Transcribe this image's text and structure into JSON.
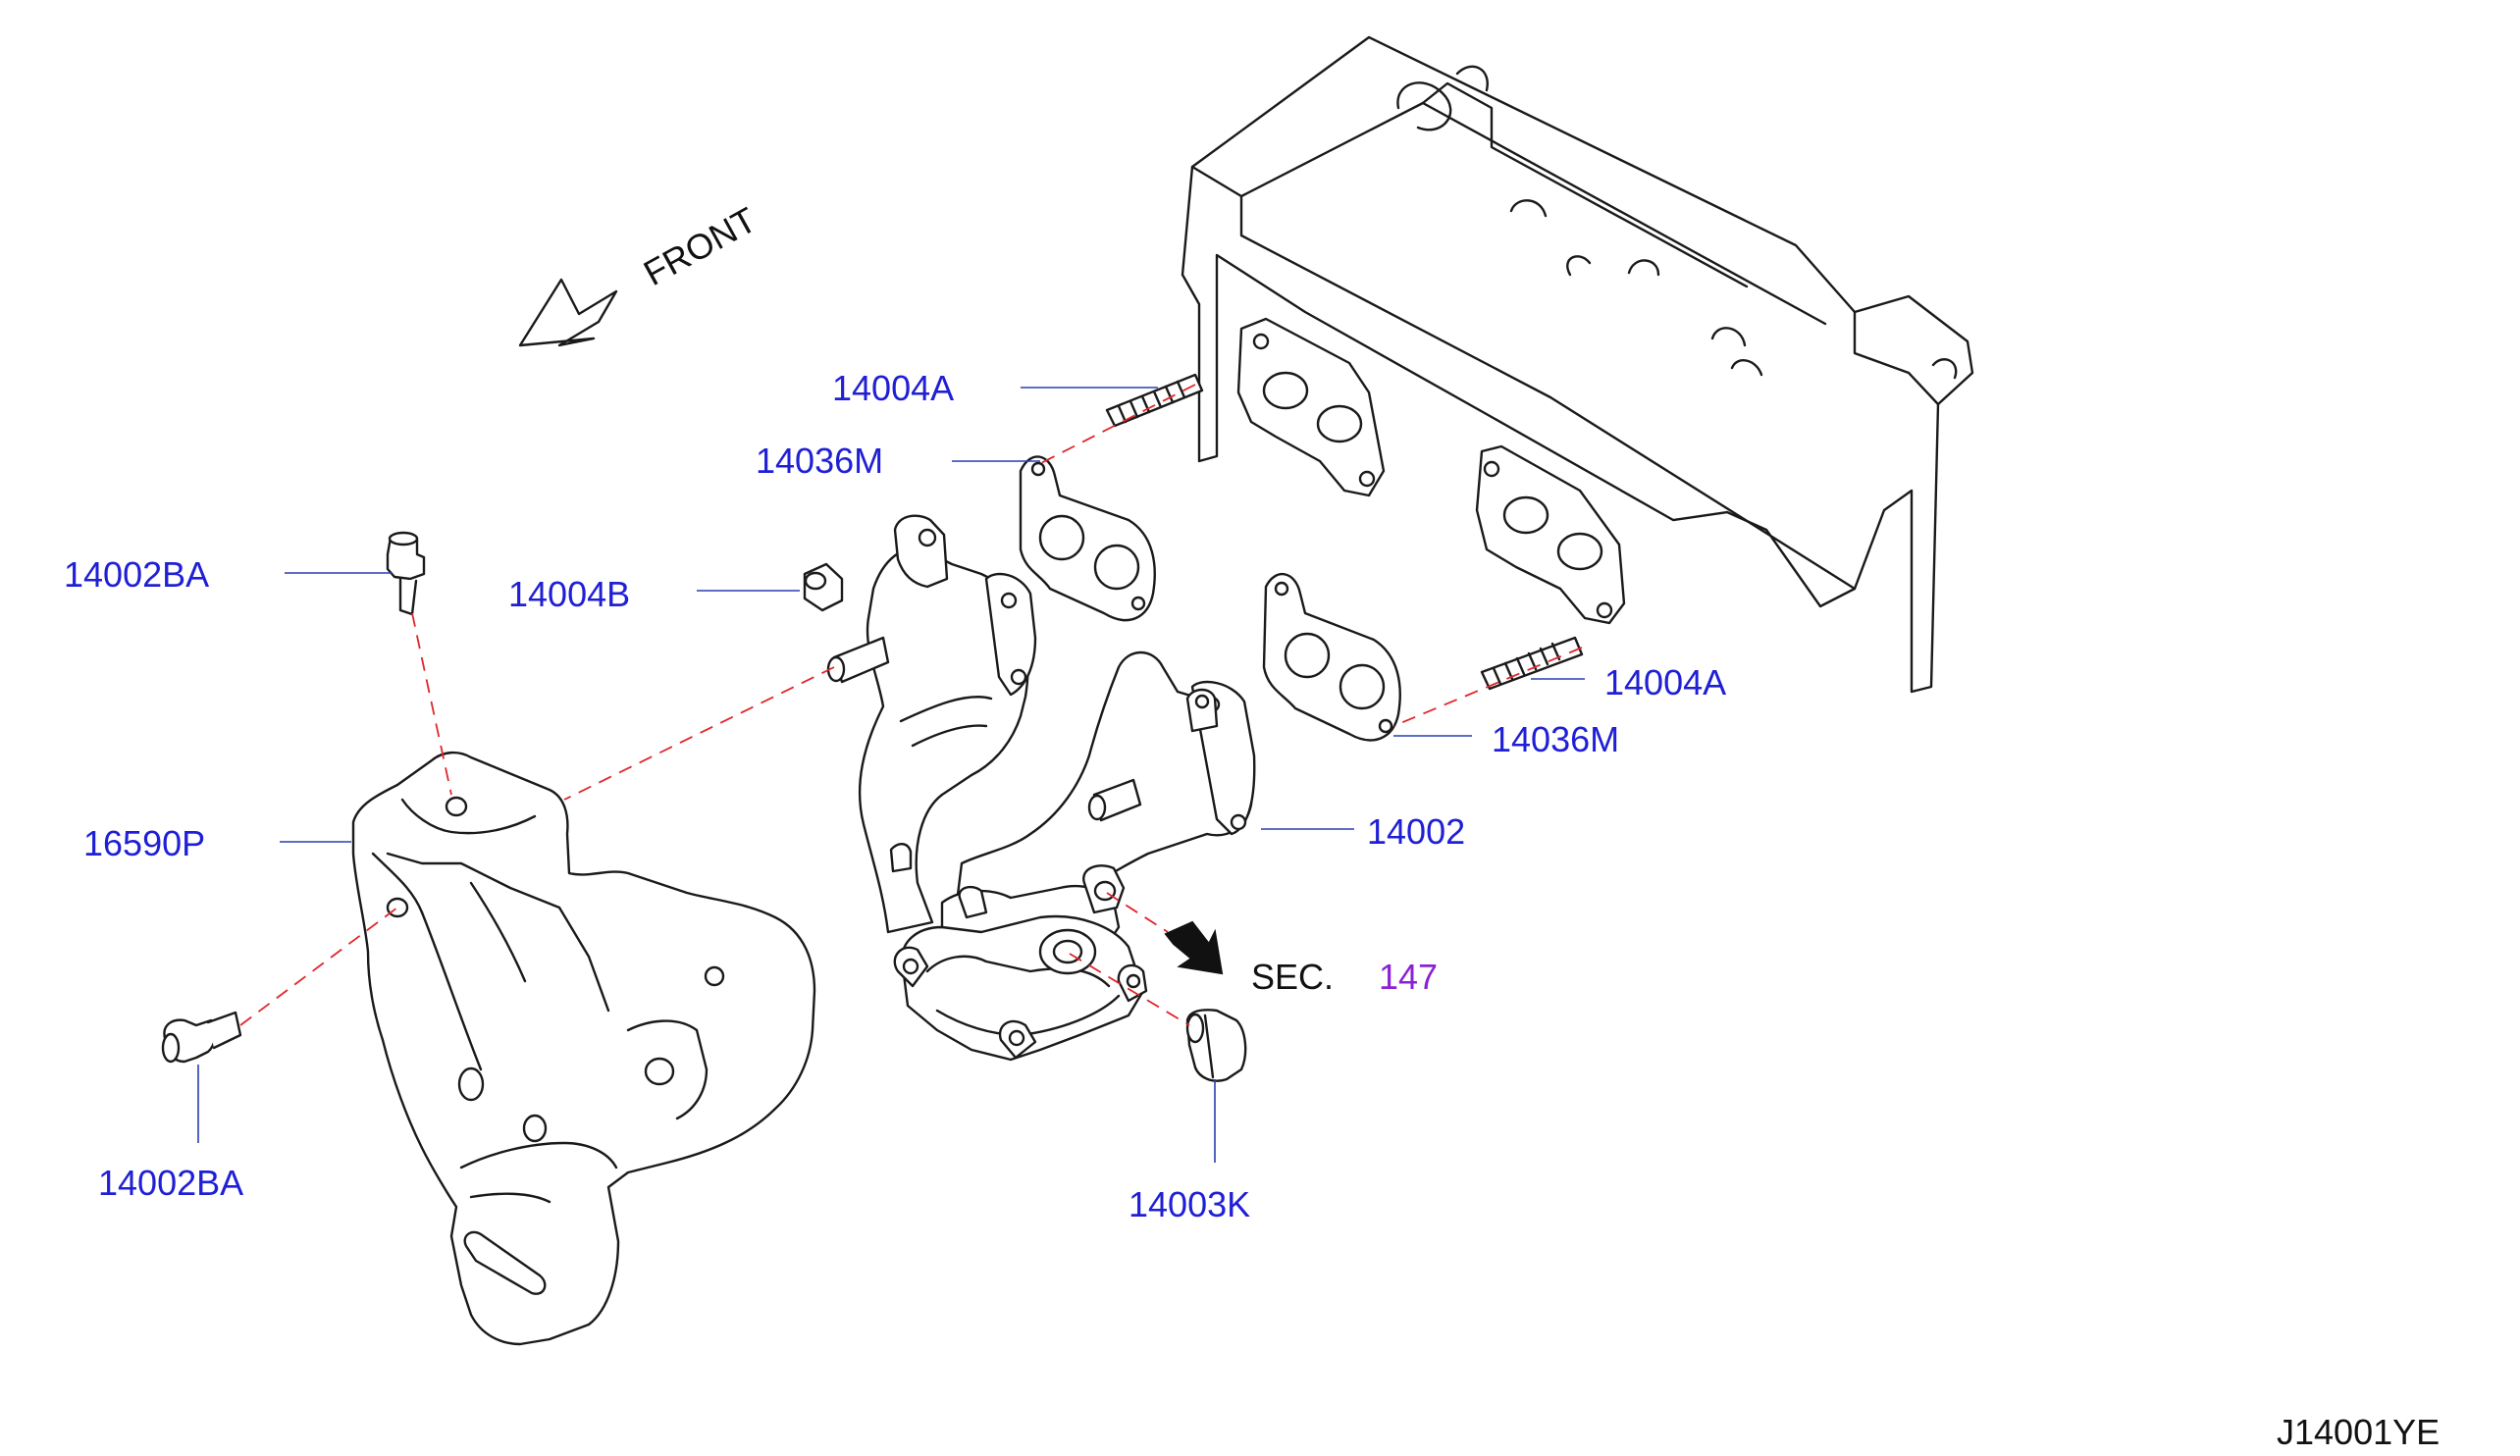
{
  "front_label": "FRONT",
  "section_ref": {
    "prefix": "SEC.",
    "number": "147"
  },
  "diagram_code": "J14001YE",
  "colors": {
    "part_label": "#1f1fd6",
    "leader_line": "#2a3fb0",
    "dashed_line": "#e0262b",
    "section_number": "#8b21d6",
    "outline": "#1a1a1a"
  },
  "parts": [
    {
      "number": "14004A"
    },
    {
      "number": "14036M"
    },
    {
      "number": "14002BA"
    },
    {
      "number": "14004B"
    },
    {
      "number": "14004A"
    },
    {
      "number": "14036M"
    },
    {
      "number": "16590P"
    },
    {
      "number": "14002"
    },
    {
      "number": "14002BA"
    },
    {
      "number": "14003K"
    }
  ]
}
